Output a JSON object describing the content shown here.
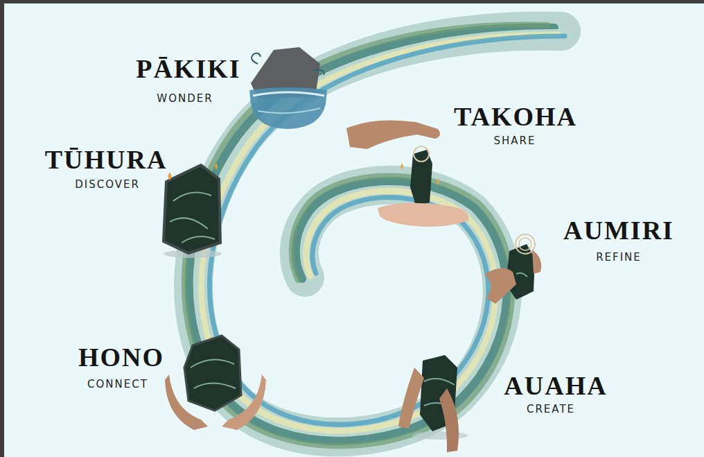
{
  "diagram": {
    "labels": [
      "PĀKIKI",
      "WONDER",
      "TAKOHA",
      "SHARE",
      "TŪHURA",
      "DISCOVER",
      "AUMIRI",
      "REFINE",
      "HONO",
      "CONNECT",
      "AUAHA",
      "CREATE"
    ]
  }
}
